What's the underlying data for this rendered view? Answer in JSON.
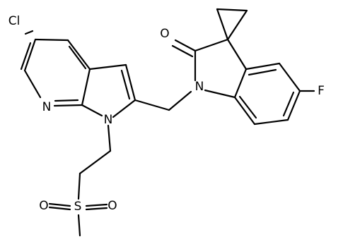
{
  "molecule": {
    "atom_labels": {
      "chlorine": "Cl",
      "pyridine_nitrogen": "N",
      "pyrrole_nitrogen": "N",
      "oxindole_nitrogen": "N",
      "carbonyl_oxygen": "O",
      "fluorine": "F",
      "sulfonyl_oxygen_left": "O",
      "sulfur": "S",
      "sulfonyl_oxygen_right": "O"
    }
  },
  "colors": {
    "background": "#ffffff",
    "ink": "#000000"
  }
}
